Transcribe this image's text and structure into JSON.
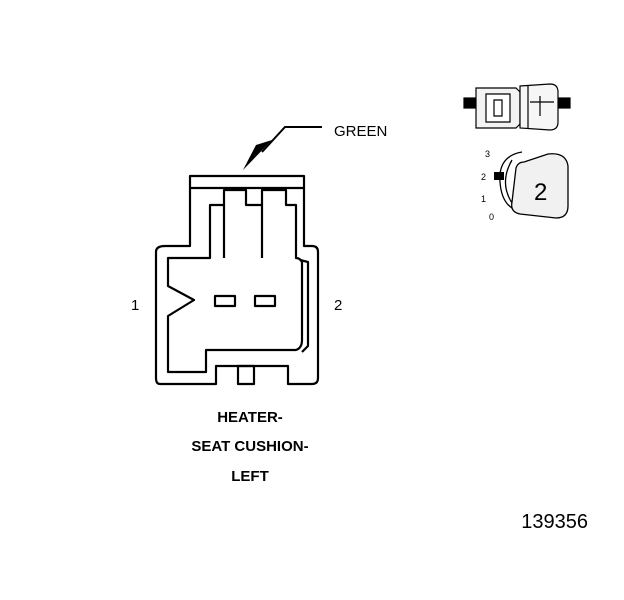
{
  "wire_color_label": "GREEN",
  "pin_labels": {
    "left": "1",
    "right": "2"
  },
  "caption_lines": [
    "HEATER-",
    "SEAT CUSHION-",
    "LEFT"
  ],
  "figure_number": "139356",
  "keyway_scale": {
    "labels": [
      "3",
      "2",
      "1",
      "0"
    ],
    "selected": "2"
  },
  "colors": {
    "line": "#000000",
    "fill": "#ffffff",
    "shade": "#f0f0f0"
  }
}
